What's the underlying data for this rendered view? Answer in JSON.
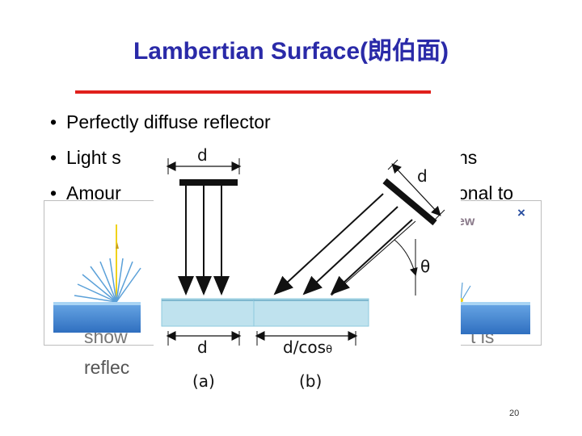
{
  "slide": {
    "title": "Lambertian Surface(朗伯面)",
    "bullets": [
      "Perfectly diffuse reflector",
      "Light s",
      "Amour"
    ],
    "bullet_tail_2": "ns",
    "bullet_tail_3": "onal to",
    "page_number": "20"
  },
  "popup": {
    "close_glyph": "×",
    "header_fragment": "ew",
    "line1_start": "show",
    "line1_end": "t is",
    "line2_start": "reflec"
  },
  "figure": {
    "label_a": "(a)",
    "label_b": "(b)",
    "d_label": "d",
    "d_cos_label": "d/cos",
    "theta_label": "θ",
    "colors": {
      "surface": "#bfe2ee",
      "surface_edge": "#8ec9de",
      "slab_blue": "#4f8fd6",
      "ray_yellow": "#f0d21a"
    }
  },
  "colors": {
    "title": "#2a2aa8",
    "rule": "#e0201c"
  }
}
